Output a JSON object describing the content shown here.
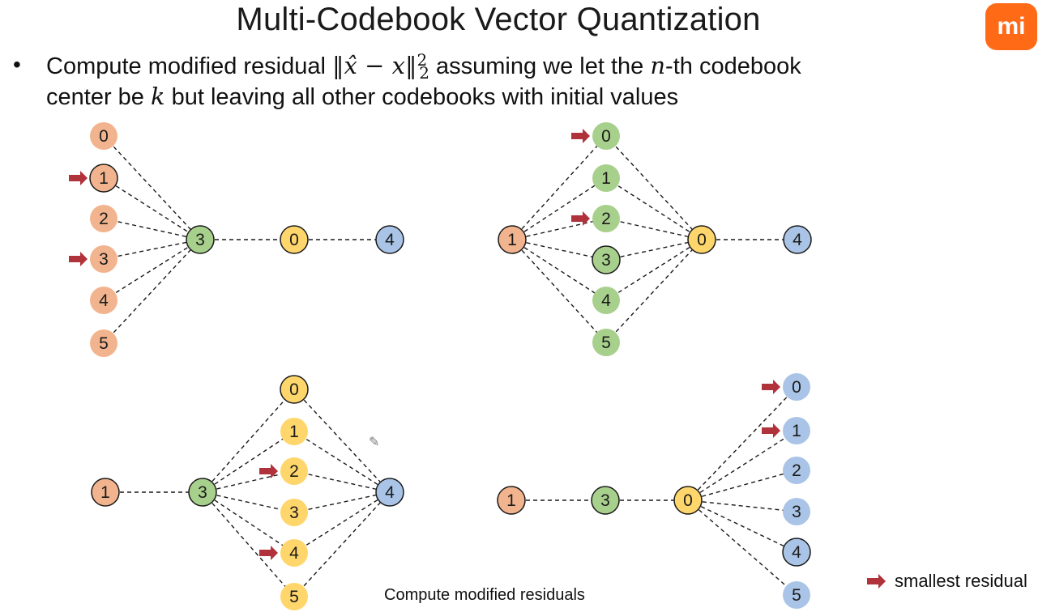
{
  "slide": {
    "title": "Multi-Codebook Vector Quantization",
    "logo_text": "mi",
    "bullet_line1_pre": "Compute modified residual ",
    "bullet_math_norm": "‖x̂ − x‖",
    "bullet_math_sup": "2",
    "bullet_math_sub": "2",
    "bullet_line1_post": " assuming we let the ",
    "bullet_math_n": "n",
    "bullet_line1_end": "-th codebook",
    "bullet_line2_pre": "center be  ",
    "bullet_math_k": "k",
    "bullet_line2_post": " but leaving all other codebooks with initial values",
    "caption": "Compute modified residuals",
    "legend_label": "smallest residual"
  },
  "colors": {
    "codebook1": "#f2b48e",
    "codebook2": "#a8d08d",
    "codebook3": "#ffd66b",
    "codebook4": "#a9c4e6",
    "arrow": "#b0323a",
    "edge": "#1a1a1a"
  },
  "diagrams": [
    {
      "nodes": [
        {
          "label": "0",
          "codebook": 1
        },
        {
          "label": "1",
          "codebook": 1,
          "outline": true,
          "marked": true
        },
        {
          "label": "2",
          "codebook": 1
        },
        {
          "label": "3",
          "codebook": 1,
          "marked": true
        },
        {
          "label": "4",
          "codebook": 1
        },
        {
          "label": "5",
          "codebook": 1
        },
        {
          "label": "3",
          "codebook": 2,
          "outline": true
        },
        {
          "label": "0",
          "codebook": 3,
          "outline": true
        },
        {
          "label": "4",
          "codebook": 4,
          "outline": true
        }
      ]
    },
    {
      "nodes": [
        {
          "label": "1",
          "codebook": 1,
          "outline": true
        },
        {
          "label": "0",
          "codebook": 2,
          "marked": true
        },
        {
          "label": "1",
          "codebook": 2
        },
        {
          "label": "2",
          "codebook": 2,
          "marked": true
        },
        {
          "label": "3",
          "codebook": 2,
          "outline": true
        },
        {
          "label": "4",
          "codebook": 2
        },
        {
          "label": "5",
          "codebook": 2
        },
        {
          "label": "0",
          "codebook": 3,
          "outline": true
        },
        {
          "label": "4",
          "codebook": 4,
          "outline": true
        }
      ]
    },
    {
      "nodes": [
        {
          "label": "1",
          "codebook": 1,
          "outline": true
        },
        {
          "label": "3",
          "codebook": 2,
          "outline": true
        },
        {
          "label": "0",
          "codebook": 3,
          "outline": true
        },
        {
          "label": "1",
          "codebook": 3
        },
        {
          "label": "2",
          "codebook": 3,
          "marked": true
        },
        {
          "label": "3",
          "codebook": 3
        },
        {
          "label": "4",
          "codebook": 3,
          "marked": true
        },
        {
          "label": "5",
          "codebook": 3
        },
        {
          "label": "4",
          "codebook": 4,
          "outline": true
        }
      ]
    },
    {
      "nodes": [
        {
          "label": "1",
          "codebook": 1,
          "outline": true
        },
        {
          "label": "3",
          "codebook": 2,
          "outline": true
        },
        {
          "label": "0",
          "codebook": 3,
          "outline": true
        },
        {
          "label": "0",
          "codebook": 4,
          "marked": true
        },
        {
          "label": "1",
          "codebook": 4,
          "marked": true
        },
        {
          "label": "2",
          "codebook": 4
        },
        {
          "label": "3",
          "codebook": 4
        },
        {
          "label": "4",
          "codebook": 4,
          "outline": true
        },
        {
          "label": "5",
          "codebook": 4
        }
      ]
    }
  ]
}
